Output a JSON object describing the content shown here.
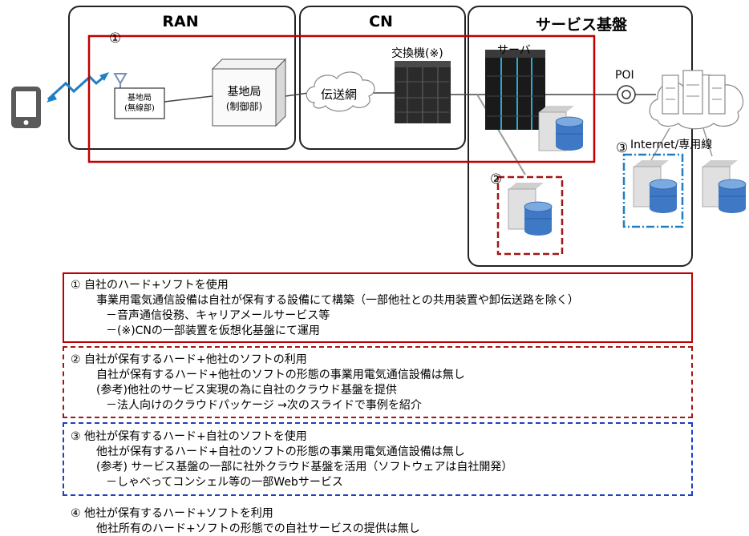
{
  "zones": {
    "ran": "RAN",
    "cn": "CN",
    "service": "サービス基盤"
  },
  "labels": {
    "bs_radio_1": "基地局",
    "bs_radio_2": "(無線部)",
    "bs_ctrl_1": "基地局",
    "bs_ctrl_2": "(制御部)",
    "transport": "伝送網",
    "exchange": "交換機(※)",
    "server": "サーバ",
    "poi": "POI",
    "internet": "Internet/専用線"
  },
  "markers": {
    "m1": "①",
    "m2": "②",
    "m3": "③"
  },
  "notes": [
    {
      "id": "note1",
      "lines": [
        "① 自社のハード+ソフトを使用",
        "事業用電気通信設備は自社が保有する設備にて構築（一部他社との共用装置や卸伝送路を除く）",
        "－音声通信役務、キャリアメールサービス等",
        "－(※)CNの一部装置を仮想化基盤にて運用"
      ]
    },
    {
      "id": "note2",
      "lines": [
        "② 自社が保有するハード+他社のソフトの利用",
        "自社が保有するハード+他社のソフトの形態の事業用電気通信設備は無し",
        "(参考)他社のサービス実現の為に自社のクラウド基盤を提供",
        "－法人向けのクラウドパッケージ →次のスライドで事例を紹介"
      ]
    },
    {
      "id": "note3",
      "lines": [
        "③ 他社が保有するハード+自社のソフトを使用",
        "他社が保有するハード+自社のソフトの形態の事業用電気通信設備は無し",
        "(参考) サービス基盤の一部に社外クラウド基盤を活用（ソフトウェアは自社開発）",
        "－しゃべってコンシェル等の一部Webサービス"
      ]
    },
    {
      "id": "note4",
      "lines": [
        "④ 他社が保有するハード+ソフトを利用",
        "他社所有のハード+ソフトの形態での自社サービスの提供は無し"
      ]
    }
  ],
  "colors": {
    "red": "#c00000",
    "darkred": "#a31515",
    "blue": "#1f3fc4",
    "cyan": "#1f7fc4",
    "phone": "#555555"
  }
}
